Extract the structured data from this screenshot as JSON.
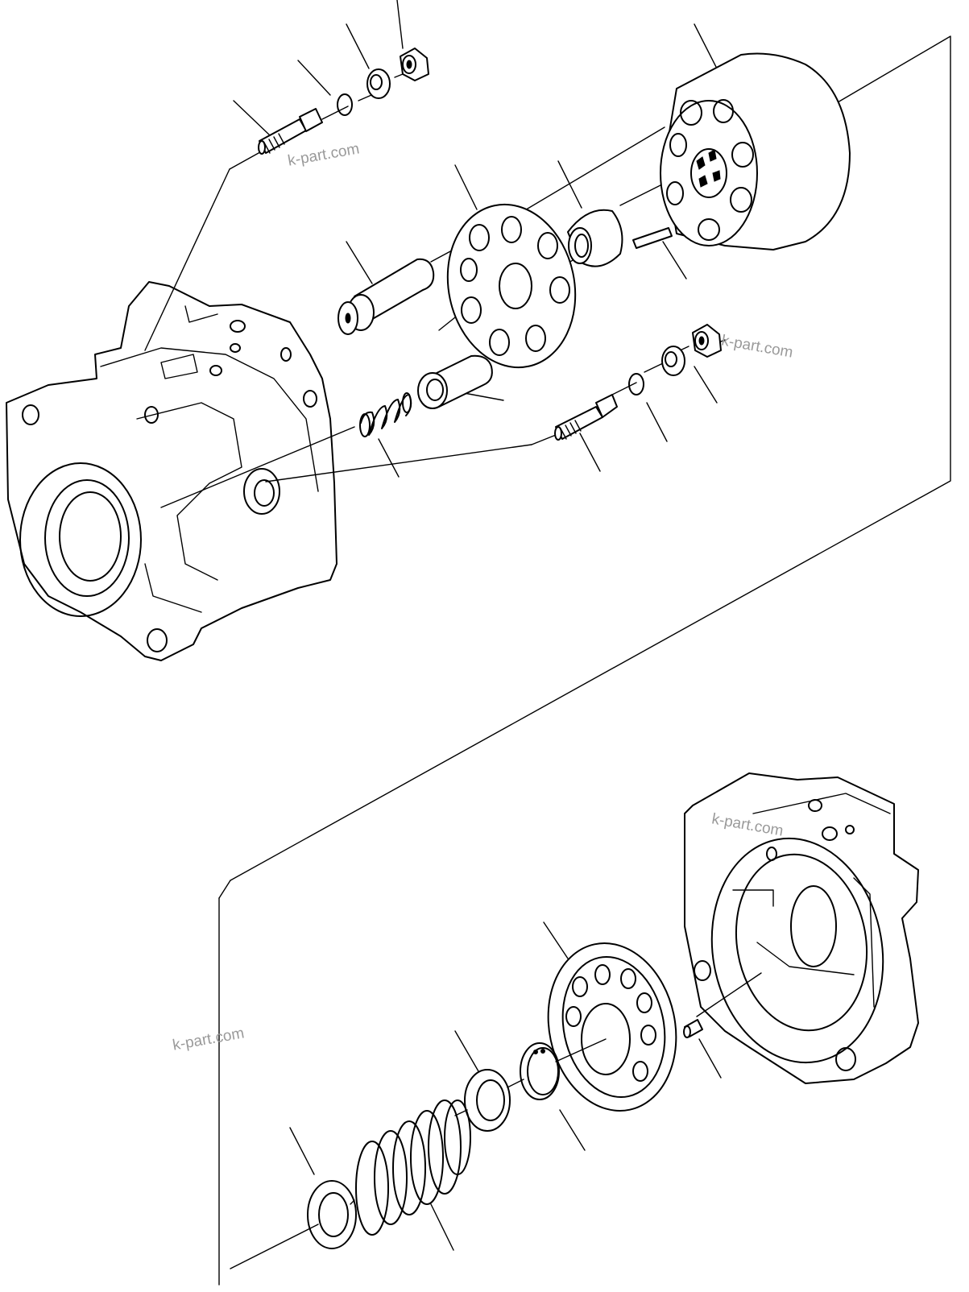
{
  "watermarks": [
    {
      "id": "wm-1",
      "text": "k-part.com"
    },
    {
      "id": "wm-2",
      "text": "k-part.com"
    },
    {
      "id": "wm-3",
      "text": "k-part.com"
    },
    {
      "id": "wm-4",
      "text": "k-part.com"
    }
  ],
  "colors": {
    "ink": "#000000",
    "background": "#ffffff",
    "watermark": "#9a9a9a"
  }
}
